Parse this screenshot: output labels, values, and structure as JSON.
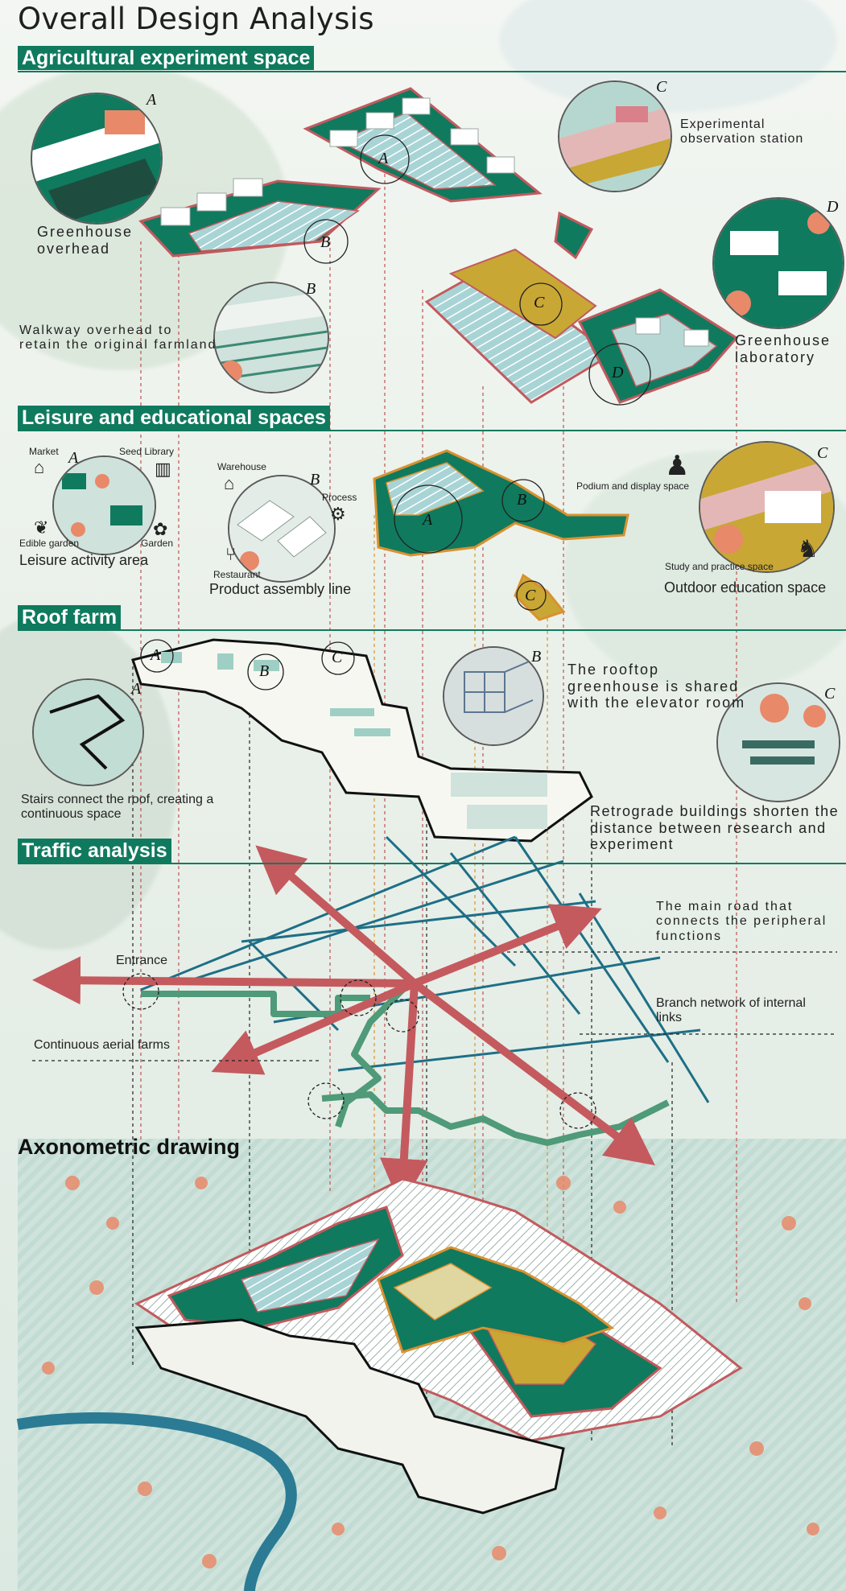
{
  "title": "Overall Design Analysis",
  "sections": {
    "agri": {
      "heading": "Agricultural experiment space",
      "labels": {
        "greenhouse_overhead": "Greenhouse\noverhead",
        "walkway": "Walkway overhead to\nretain the original farmland",
        "observation": "Experimental\nobservation station",
        "lab": "Greenhouse\nlaboratory"
      }
    },
    "leisure": {
      "heading": "Leisure and educational spaces",
      "labels": {
        "market": "Market",
        "seed_library": "Seed Library",
        "edible_garden": "Edible garden",
        "garden": "Garden",
        "leisure_area": "Leisure activity area",
        "warehouse": "Warehouse",
        "process": "Process",
        "restaurant": "Restaurant",
        "assembly": "Product assembly line",
        "podium": "Podium and display space",
        "study": "Study and practice space",
        "outdoor": "Outdoor education space"
      }
    },
    "roof": {
      "heading": "Roof farm",
      "labels": {
        "stairs": "Stairs connect the roof, creating a\ncontinuous space",
        "rooftop": "The rooftop\ngreenhouse is shared\nwith the elevator room",
        "retrograde": "Retrograde buildings shorten the\ndistance between research and\nexperiment"
      }
    },
    "traffic": {
      "heading": "Traffic analysis",
      "labels": {
        "entrance": "Entrance",
        "aerial": "Continuous aerial farms",
        "main_road": "The main road that\nconnects the peripheral\nfunctions",
        "branch": "Branch network of internal\nlinks"
      }
    },
    "axo": {
      "heading": "Axonometric drawing"
    }
  },
  "letters": {
    "a": "A",
    "b": "B",
    "c": "C",
    "d": "D"
  },
  "colors": {
    "brand_green": "#0f7a5e",
    "road_red": "#c45a5e",
    "branch_teal": "#1e6f86",
    "aerial_green": "#4f9a78",
    "outline_orange": "#d9912f",
    "tree_orange": "#e8896a"
  },
  "icons": [
    "market-icon",
    "seed-library-icon",
    "edible-garden-icon",
    "garden-icon",
    "warehouse-icon",
    "process-icon",
    "restaurant-icon",
    "teacher-icon",
    "students-icon"
  ]
}
